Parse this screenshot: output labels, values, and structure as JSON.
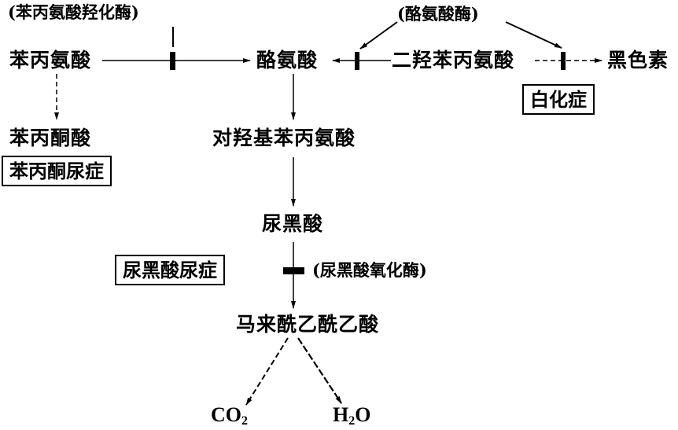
{
  "nodes": {
    "phenylalanine": "苯丙氨酸",
    "tyrosine": "酪氨酸",
    "dopa": "二羟苯丙氨酸",
    "melanin": "黑色素",
    "phenylpyruvic_acid": "苯丙酮酸",
    "p_hydroxyphenylpyruvic_acid": "对羟基苯丙氨酸",
    "homogentisic_acid": "尿黑酸",
    "maleylacetoacetic_acid": "马来酰乙酰乙酸",
    "co2": {
      "base": "CO",
      "sub": "2"
    },
    "h2o": {
      "pre": "H",
      "sub": "2",
      "post": "O"
    }
  },
  "enzymes": {
    "phenylalanine_hydroxylase": "(苯丙氨酸羟化酶)",
    "tyrosinase": "(酪氨酸酶)",
    "homogentisate_oxidase": "(尿黑酸氧化酶)"
  },
  "diseases": {
    "albinism": "白化症",
    "phenylketonuria": "苯丙酮尿症",
    "alkaptonuria": "尿黑酸尿症"
  }
}
